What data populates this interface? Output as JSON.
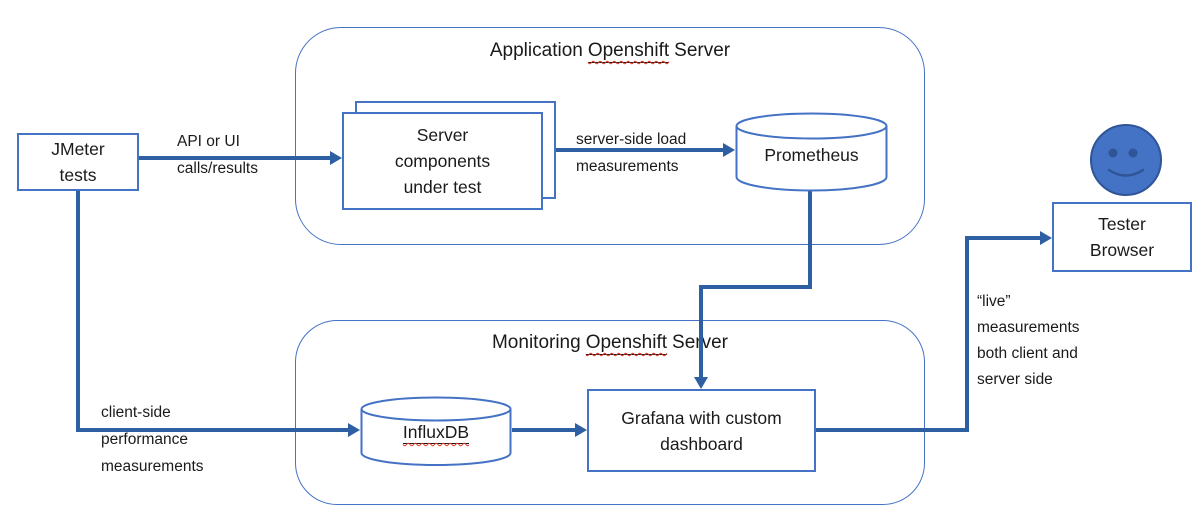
{
  "colors": {
    "box_border_blue": "#4472C4",
    "connector_blue": "#2E5FA3",
    "smiley_fill": "#4472C4",
    "smiley_dark": "#2F5597",
    "spellcheck_red": "#E0301E",
    "text": "#1a1a1a"
  },
  "containers": {
    "application": {
      "title_prefix": "Application",
      "title_word": "Openshift",
      "title_suffix": "Server"
    },
    "monitoring": {
      "title_prefix": "Monitoring",
      "title_word": "Openshift",
      "title_suffix": "Server"
    }
  },
  "nodes": {
    "jmeter": {
      "label": "JMeter\ntests"
    },
    "server_components": {
      "label": "Server\ncomponents\nunder test"
    },
    "prometheus": {
      "label": "Prometheus"
    },
    "influxdb": {
      "label": "InfluxDB"
    },
    "grafana": {
      "label": "Grafana with custom\ndashboard"
    },
    "tester_browser": {
      "label": "Tester\nBrowser"
    }
  },
  "edge_labels": {
    "api_calls": "API or UI\ncalls/results",
    "server_side": "server-side load\nmeasurements",
    "client_side": "client-side\nperformance\nmeasurements",
    "live": "“live”\nmeasurements\nboth client and\nserver side"
  },
  "icons": {
    "smiley": "smiley-face-icon"
  }
}
